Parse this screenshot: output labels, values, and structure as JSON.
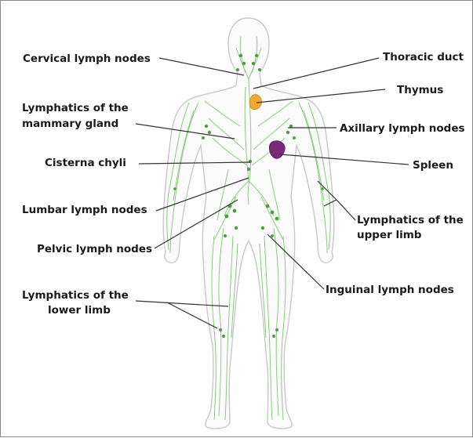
{
  "diagram": {
    "labels": {
      "cervical": "Cervical lymph nodes",
      "thoracic_duct": "Thoracic duct",
      "thymus": "Thymus",
      "mammary_line1": "Lymphatics of the",
      "mammary_line2": "mammary gland",
      "axillary": "Axillary lymph nodes",
      "cisterna": "Cisterna chyli",
      "spleen": "Spleen",
      "lumbar": "Lumbar lymph nodes",
      "upper_limb_line1": "Lymphatics of the",
      "upper_limb_line2": "upper limb",
      "pelvic": "Pelvic lymph nodes",
      "inguinal": "Inguinal lymph nodes",
      "lower_limb_line1": "Lymphatics of the",
      "lower_limb_line2": "lower limb"
    },
    "colors": {
      "lymph_vessels": "#7bc96f",
      "lymph_nodes": "#4f9d43",
      "thymus": "#f0a830",
      "spleen": "#7a2a78",
      "body_outline": "#c9c9c9",
      "frame_border": "#8a8a8a"
    }
  }
}
